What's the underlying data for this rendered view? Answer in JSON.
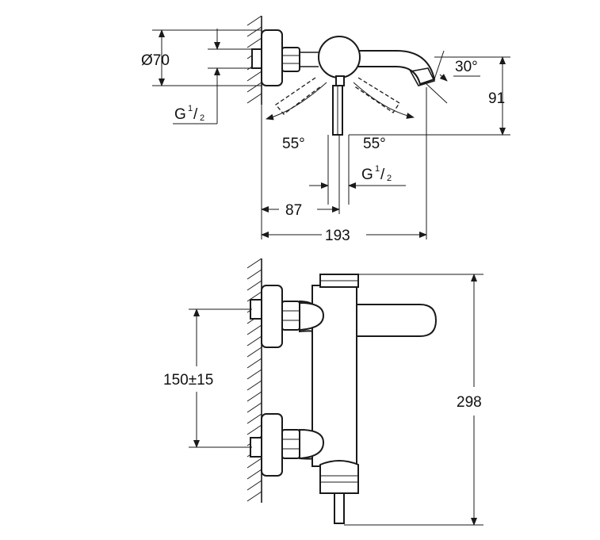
{
  "top_view": {
    "diameter_label": "Ø70",
    "connection_label_left": {
      "base": "G",
      "sup": "1",
      "sub": "2"
    },
    "angle_left": "55°",
    "angle_right": "55°",
    "spout_angle": "30°",
    "height_dim": "91",
    "connection_label_bottom": {
      "base": "G",
      "sup": "1",
      "sub": "2"
    },
    "depth_dim": "87",
    "total_depth_dim": "193"
  },
  "front_view": {
    "spacing_dim": "150±15",
    "height_dim": "298"
  }
}
